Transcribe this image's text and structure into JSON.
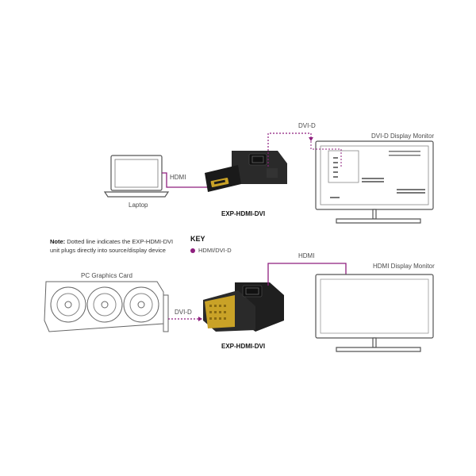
{
  "colors": {
    "accent": "#8e1f7e",
    "device_fill": "#ffffff",
    "device_stroke": "#555555",
    "adapter": "#1a1a1a",
    "gold": "#c9a227"
  },
  "top_diagram": {
    "source_label": "Laptop",
    "cable_label": "HDMI",
    "adapter_model": "EXP-HDMI-DVI",
    "output_label": "DVI-D",
    "display_label": "DVI-D Display Monitor"
  },
  "note": {
    "prefix": "Note:",
    "line1": "Dotted line indicates the EXP-HDMI-DVI",
    "line2": "unit plugs directly into source/display device"
  },
  "key": {
    "title": "KEY",
    "item_label": "HDMI/DVI-D"
  },
  "bottom_diagram": {
    "source_label": "PC Graphics Card",
    "cable_label": "DVI-D",
    "adapter_model": "EXP-HDMI-DVI",
    "output_label": "HDMI",
    "display_label": "HDMI Display Monitor"
  }
}
